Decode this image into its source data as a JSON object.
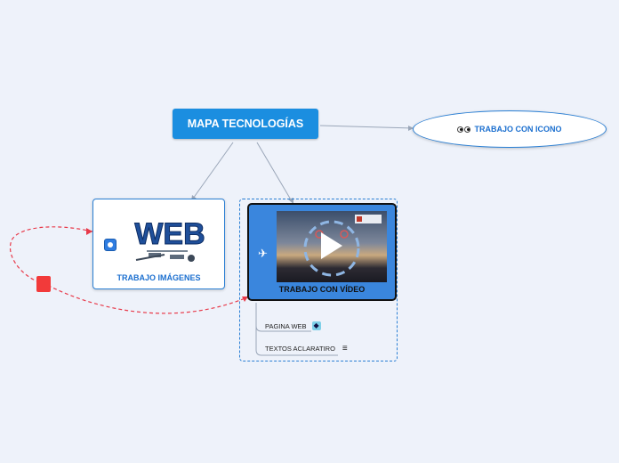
{
  "central": {
    "label": "MAPA TECNOLOGÍAS"
  },
  "oval_node": {
    "label": "TRABAJO CON ICONO",
    "icon": "eyes-icon"
  },
  "image_node": {
    "label": "TRABAJO IMÁGENES",
    "icon": "camera-icon",
    "image_text": "WEB"
  },
  "video_node": {
    "label": "TRABAJO CON VÍDEO",
    "icon": "airplane-icon"
  },
  "subtopics": [
    {
      "label": "PAGINA WEB",
      "icon": "globe-icon"
    },
    {
      "label": "TEXTOS ACLARATIRO",
      "icon": "notes-icon"
    }
  ],
  "colors": {
    "accent": "#1b8ee0",
    "border": "#2a7fd4",
    "relation": "#e83a4a",
    "background": "#eef2fa"
  }
}
